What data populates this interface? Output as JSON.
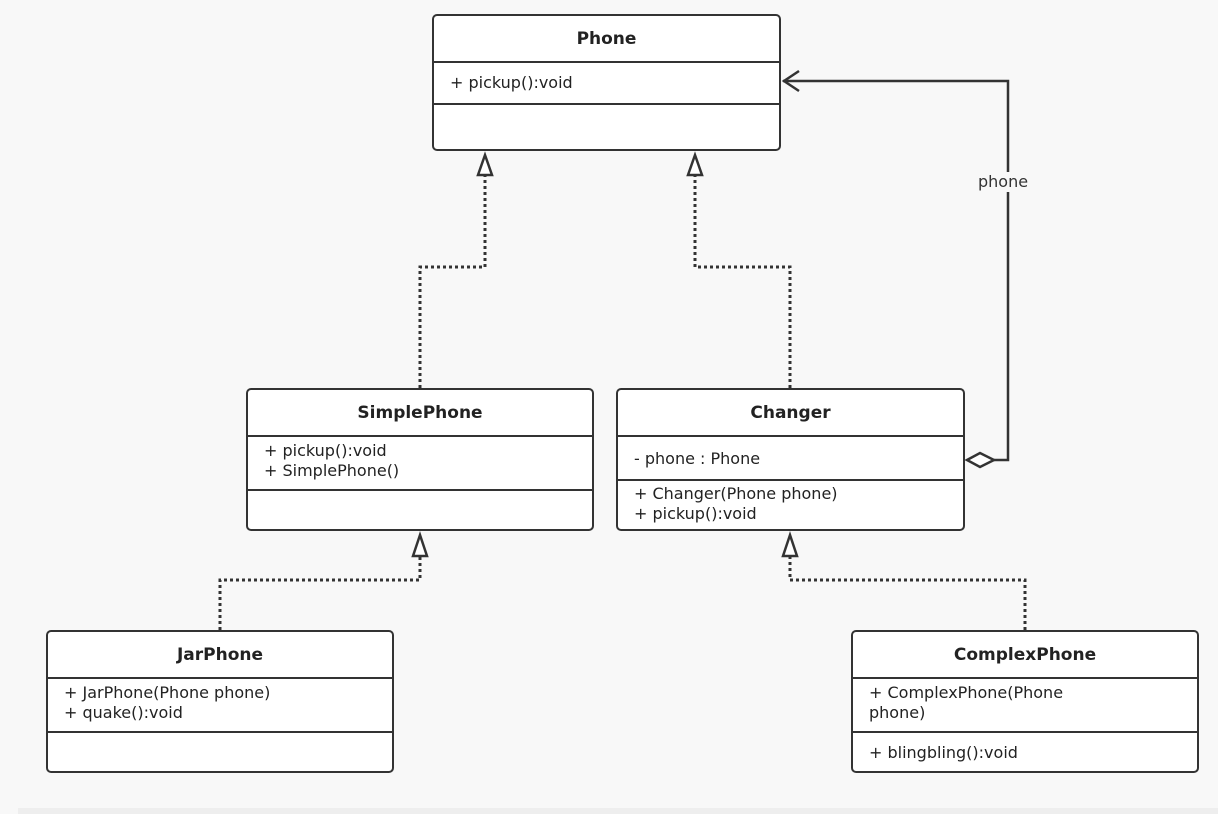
{
  "diagram": {
    "classes": [
      {
        "id": "phone",
        "name": "Phone",
        "attributes": [],
        "methods": [
          "+ pickup():void"
        ]
      },
      {
        "id": "simplephone",
        "name": "SimplePhone",
        "attributes": [],
        "methods": [
          "+ pickup():void",
          "+ SimplePhone()"
        ]
      },
      {
        "id": "changer",
        "name": "Changer",
        "attributes": [
          "- phone : Phone"
        ],
        "methods": [
          "+ Changer(Phone phone)",
          "+ pickup():void"
        ]
      },
      {
        "id": "jarphone",
        "name": "JarPhone",
        "attributes": [],
        "methods": [
          "+ JarPhone(Phone phone)",
          "+ quake():void"
        ]
      },
      {
        "id": "complexphone",
        "name": "ComplexPhone",
        "attributes": [
          "+ ComplexPhone(Phone\nphone)"
        ],
        "methods": [
          "+ blingbling():void"
        ]
      }
    ],
    "relations": [
      {
        "from": "SimplePhone",
        "to": "Phone",
        "type": "realization"
      },
      {
        "from": "Changer",
        "to": "Phone",
        "type": "realization"
      },
      {
        "from": "JarPhone",
        "to": "SimplePhone",
        "type": "realization"
      },
      {
        "from": "ComplexPhone",
        "to": "Changer",
        "type": "realization"
      },
      {
        "from": "Changer",
        "to": "Phone",
        "type": "aggregation",
        "label": "phone"
      }
    ]
  }
}
